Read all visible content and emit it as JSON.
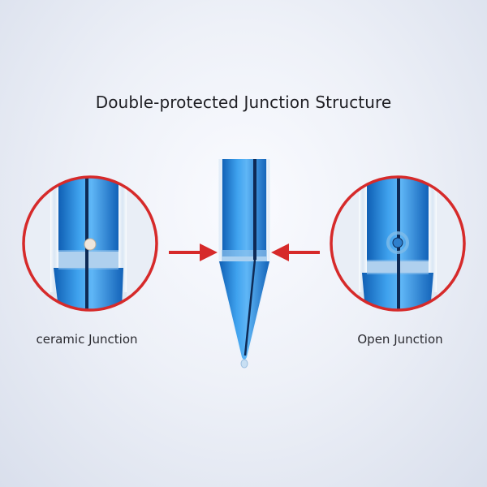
{
  "title": "Double-protected Junction Structure",
  "left_label": "ceramic Junction",
  "right_label": "Open Junction",
  "colors": {
    "accent_red": "#d62a2a",
    "electrode_blue": "#2b86d6",
    "electrode_dark": "#0e2a55"
  }
}
